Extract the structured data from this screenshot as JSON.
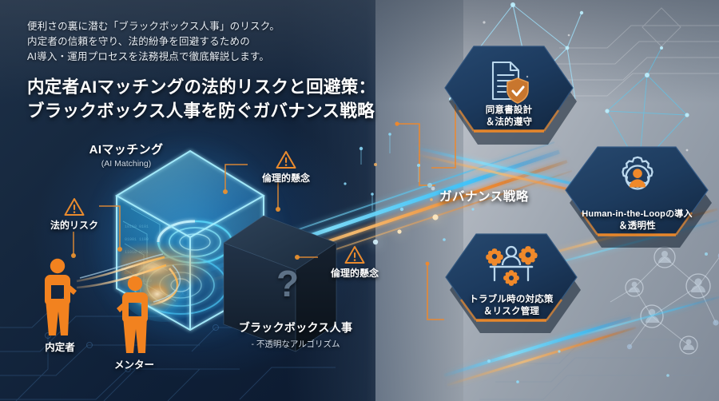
{
  "header": {
    "subtitle_lines": [
      "便利さの裏に潜む「ブラックボックス人事」のリスク。",
      "内定者の信頼を守り、法的紛争を回避するための",
      "AI導入・運用プロセスを法務視点で徹底解説します。"
    ],
    "title_lines": [
      "内定者AIマッチングの法的リスクと回避策：",
      "ブラックボックス人事を防ぐガバナンス戦略"
    ]
  },
  "left_diagram": {
    "ai_cube": {
      "label_ja": "AIマッチング",
      "label_en": "(AI Matching)"
    },
    "black_box": {
      "label_main": "ブラックボックス人事",
      "label_sub": "- 不透明なアルゴリズム",
      "glyph": "?"
    },
    "warnings": [
      {
        "id": "legal-risk",
        "caption": "法的リスク",
        "icon": "warning-triangle-icon"
      },
      {
        "id": "ethics-top",
        "caption": "倫理的懸念",
        "icon": "warning-triangle-icon"
      },
      {
        "id": "ethics-right",
        "caption": "倫理的懸念",
        "icon": "warning-triangle-icon"
      }
    ],
    "people": [
      {
        "id": "candidate",
        "caption": "内定者",
        "icon": "person-silhouette-icon"
      },
      {
        "id": "mentor",
        "caption": "メンター",
        "icon": "person-silhouette-icon"
      }
    ]
  },
  "right_diagram": {
    "section_label": "ガバナンス戦略",
    "nodes": [
      {
        "id": "consent-compliance",
        "line1": "同意書設計",
        "line2": "＆法的遵守",
        "icon": "document-shield-check-icon"
      },
      {
        "id": "human-in-the-loop",
        "line1": "Human-in-the-Loopの導入",
        "line2": "＆透明性",
        "icon": "gear-person-icon"
      },
      {
        "id": "trouble-risk",
        "line1": "トラブル時の対応策",
        "line2": "＆リスク管理",
        "icon": "person-desk-gears-icon"
      }
    ]
  },
  "colors": {
    "accent_orange": "#F08020",
    "accent_cyan": "#38C6F4",
    "node_navy": "#1C3A5E",
    "bg_dark_navy": "#12243C",
    "bg_light_gray": "#AEB5BE",
    "text_white": "#FFFFFF"
  }
}
